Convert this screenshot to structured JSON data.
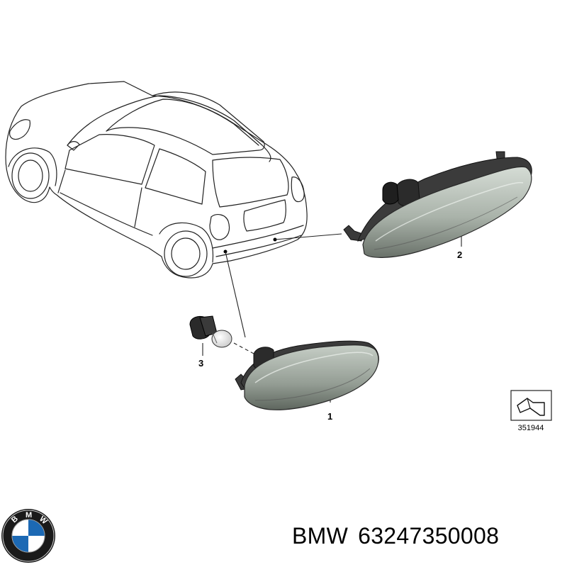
{
  "callouts": {
    "part_1": "1",
    "part_2": "2",
    "part_3": "3"
  },
  "reference_box": {
    "number": "351944"
  },
  "brand": {
    "logo_letters": "BMW",
    "name": "BMW",
    "part_number": "63247350008",
    "colors": {
      "blue": "#1c69b4",
      "ring": "#1a1a1a",
      "white": "#ffffff"
    }
  },
  "colors": {
    "line": "#222222",
    "lens_light": "#c9d2c9",
    "lens_dark": "#6c746c",
    "housing": "#2d2d2d"
  }
}
